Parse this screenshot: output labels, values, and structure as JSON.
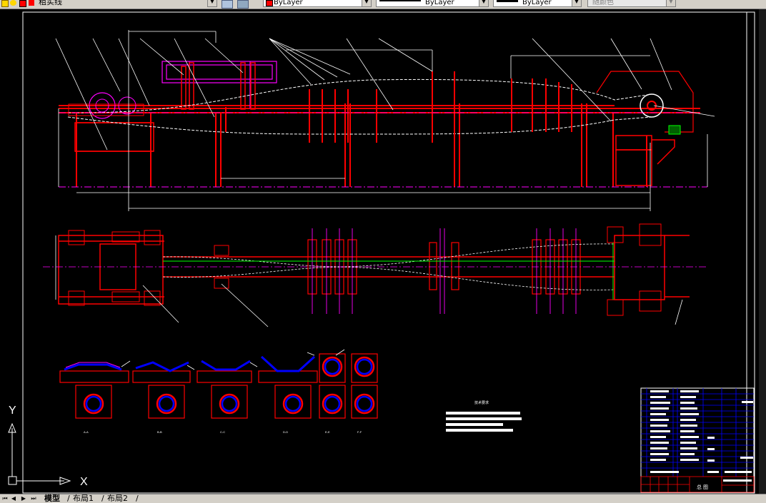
{
  "toolbar": {
    "layer_name": "粗实线",
    "color_combo": "ByLayer",
    "linetype_combo": "ByLayer",
    "lineweight_combo": "ByLayer",
    "plotstyle_combo": "随颜色"
  },
  "ucs": {
    "x_label": "X",
    "y_label": "Y"
  },
  "layout_tabs": [
    "模型",
    "布局1",
    "布局2"
  ],
  "drawing": {
    "section_labels": [
      "A-A",
      "B-B",
      "C-C",
      "D-D",
      "E-E",
      "F-F"
    ],
    "title_block_name": "总 图",
    "notes_title": "技术要求"
  },
  "colors": {
    "accent_red": "#ff0000",
    "magenta": "#ff00ff",
    "white": "#ffffff",
    "blue": "#0000ff",
    "green": "#00ff00"
  }
}
